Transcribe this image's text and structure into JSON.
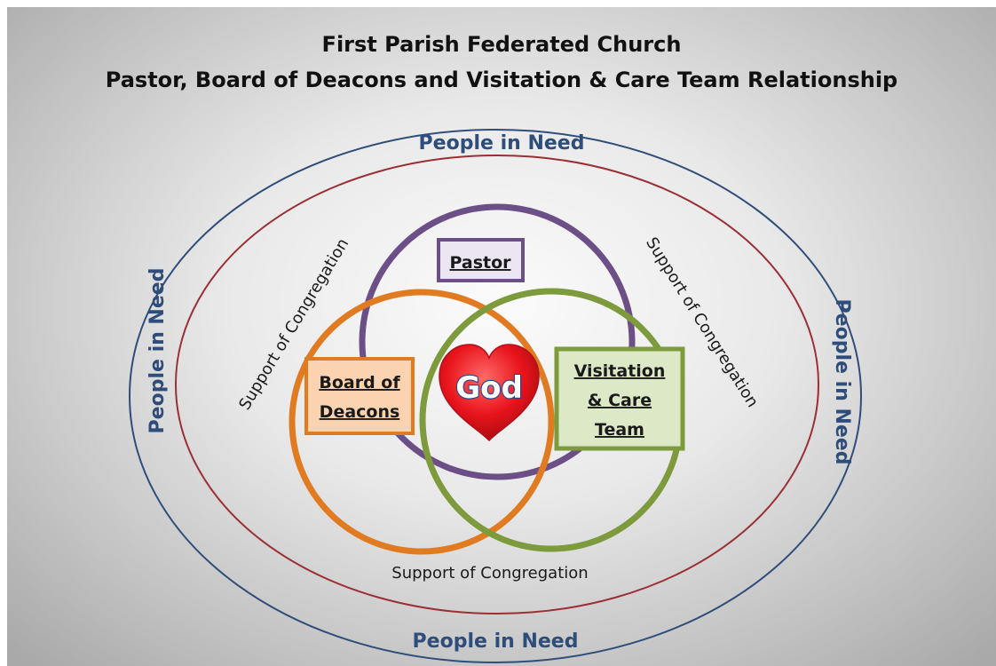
{
  "title": {
    "line1": "First Parish Federated Church",
    "line2": "Pastor, Board of Deacons and Visitation & Care Team Relationship"
  },
  "outer_ring": {
    "label": "People in Need",
    "color": "#2f4d7a"
  },
  "inner_ring": {
    "label": "Support of Congregation",
    "color": "#9a2f35"
  },
  "circles": {
    "pastor": {
      "label": "Pastor",
      "color": "#6b4f86",
      "box_fill": "#ece6f2"
    },
    "deacons": {
      "label_line1": "Board of",
      "label_line2": "Deacons",
      "color": "#e07b22",
      "box_fill": "#fbd3b0"
    },
    "visitation": {
      "label_line1": "Visitation",
      "label_line2": "& Care",
      "label_line3": "Team",
      "color": "#7d9a3c",
      "box_fill": "#dde8c6"
    }
  },
  "center": {
    "label": "God",
    "icon": "heart-icon",
    "heart_color": "#e8141b"
  }
}
